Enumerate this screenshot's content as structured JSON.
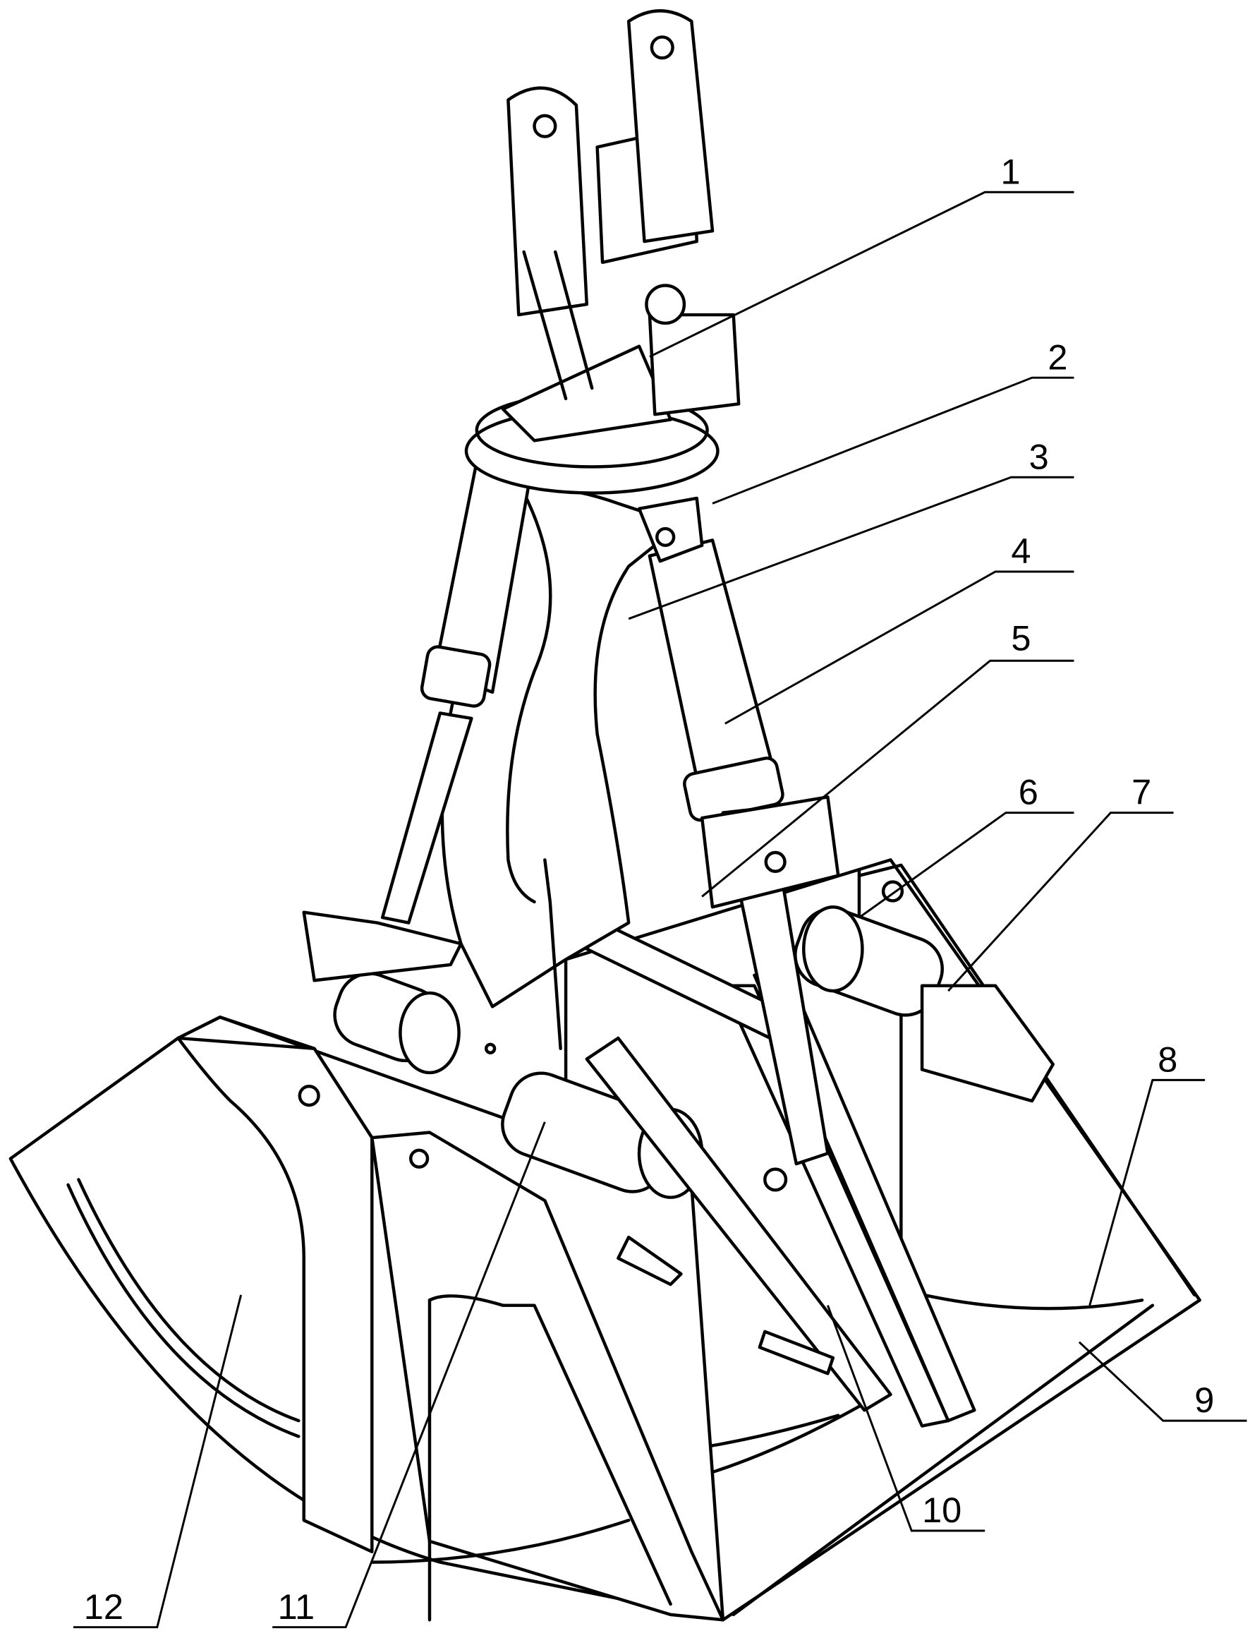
{
  "figure": {
    "title": "Clamshell grab bucket assembly",
    "labels": [
      {
        "id": "1",
        "text": "1"
      },
      {
        "id": "2",
        "text": "2"
      },
      {
        "id": "3",
        "text": "3"
      },
      {
        "id": "4",
        "text": "4"
      },
      {
        "id": "5",
        "text": "5"
      },
      {
        "id": "6",
        "text": "6"
      },
      {
        "id": "7",
        "text": "7"
      },
      {
        "id": "8",
        "text": "8"
      },
      {
        "id": "9",
        "text": "9"
      },
      {
        "id": "10",
        "text": "10"
      },
      {
        "id": "11",
        "text": "11"
      },
      {
        "id": "12",
        "text": "12"
      }
    ]
  }
}
